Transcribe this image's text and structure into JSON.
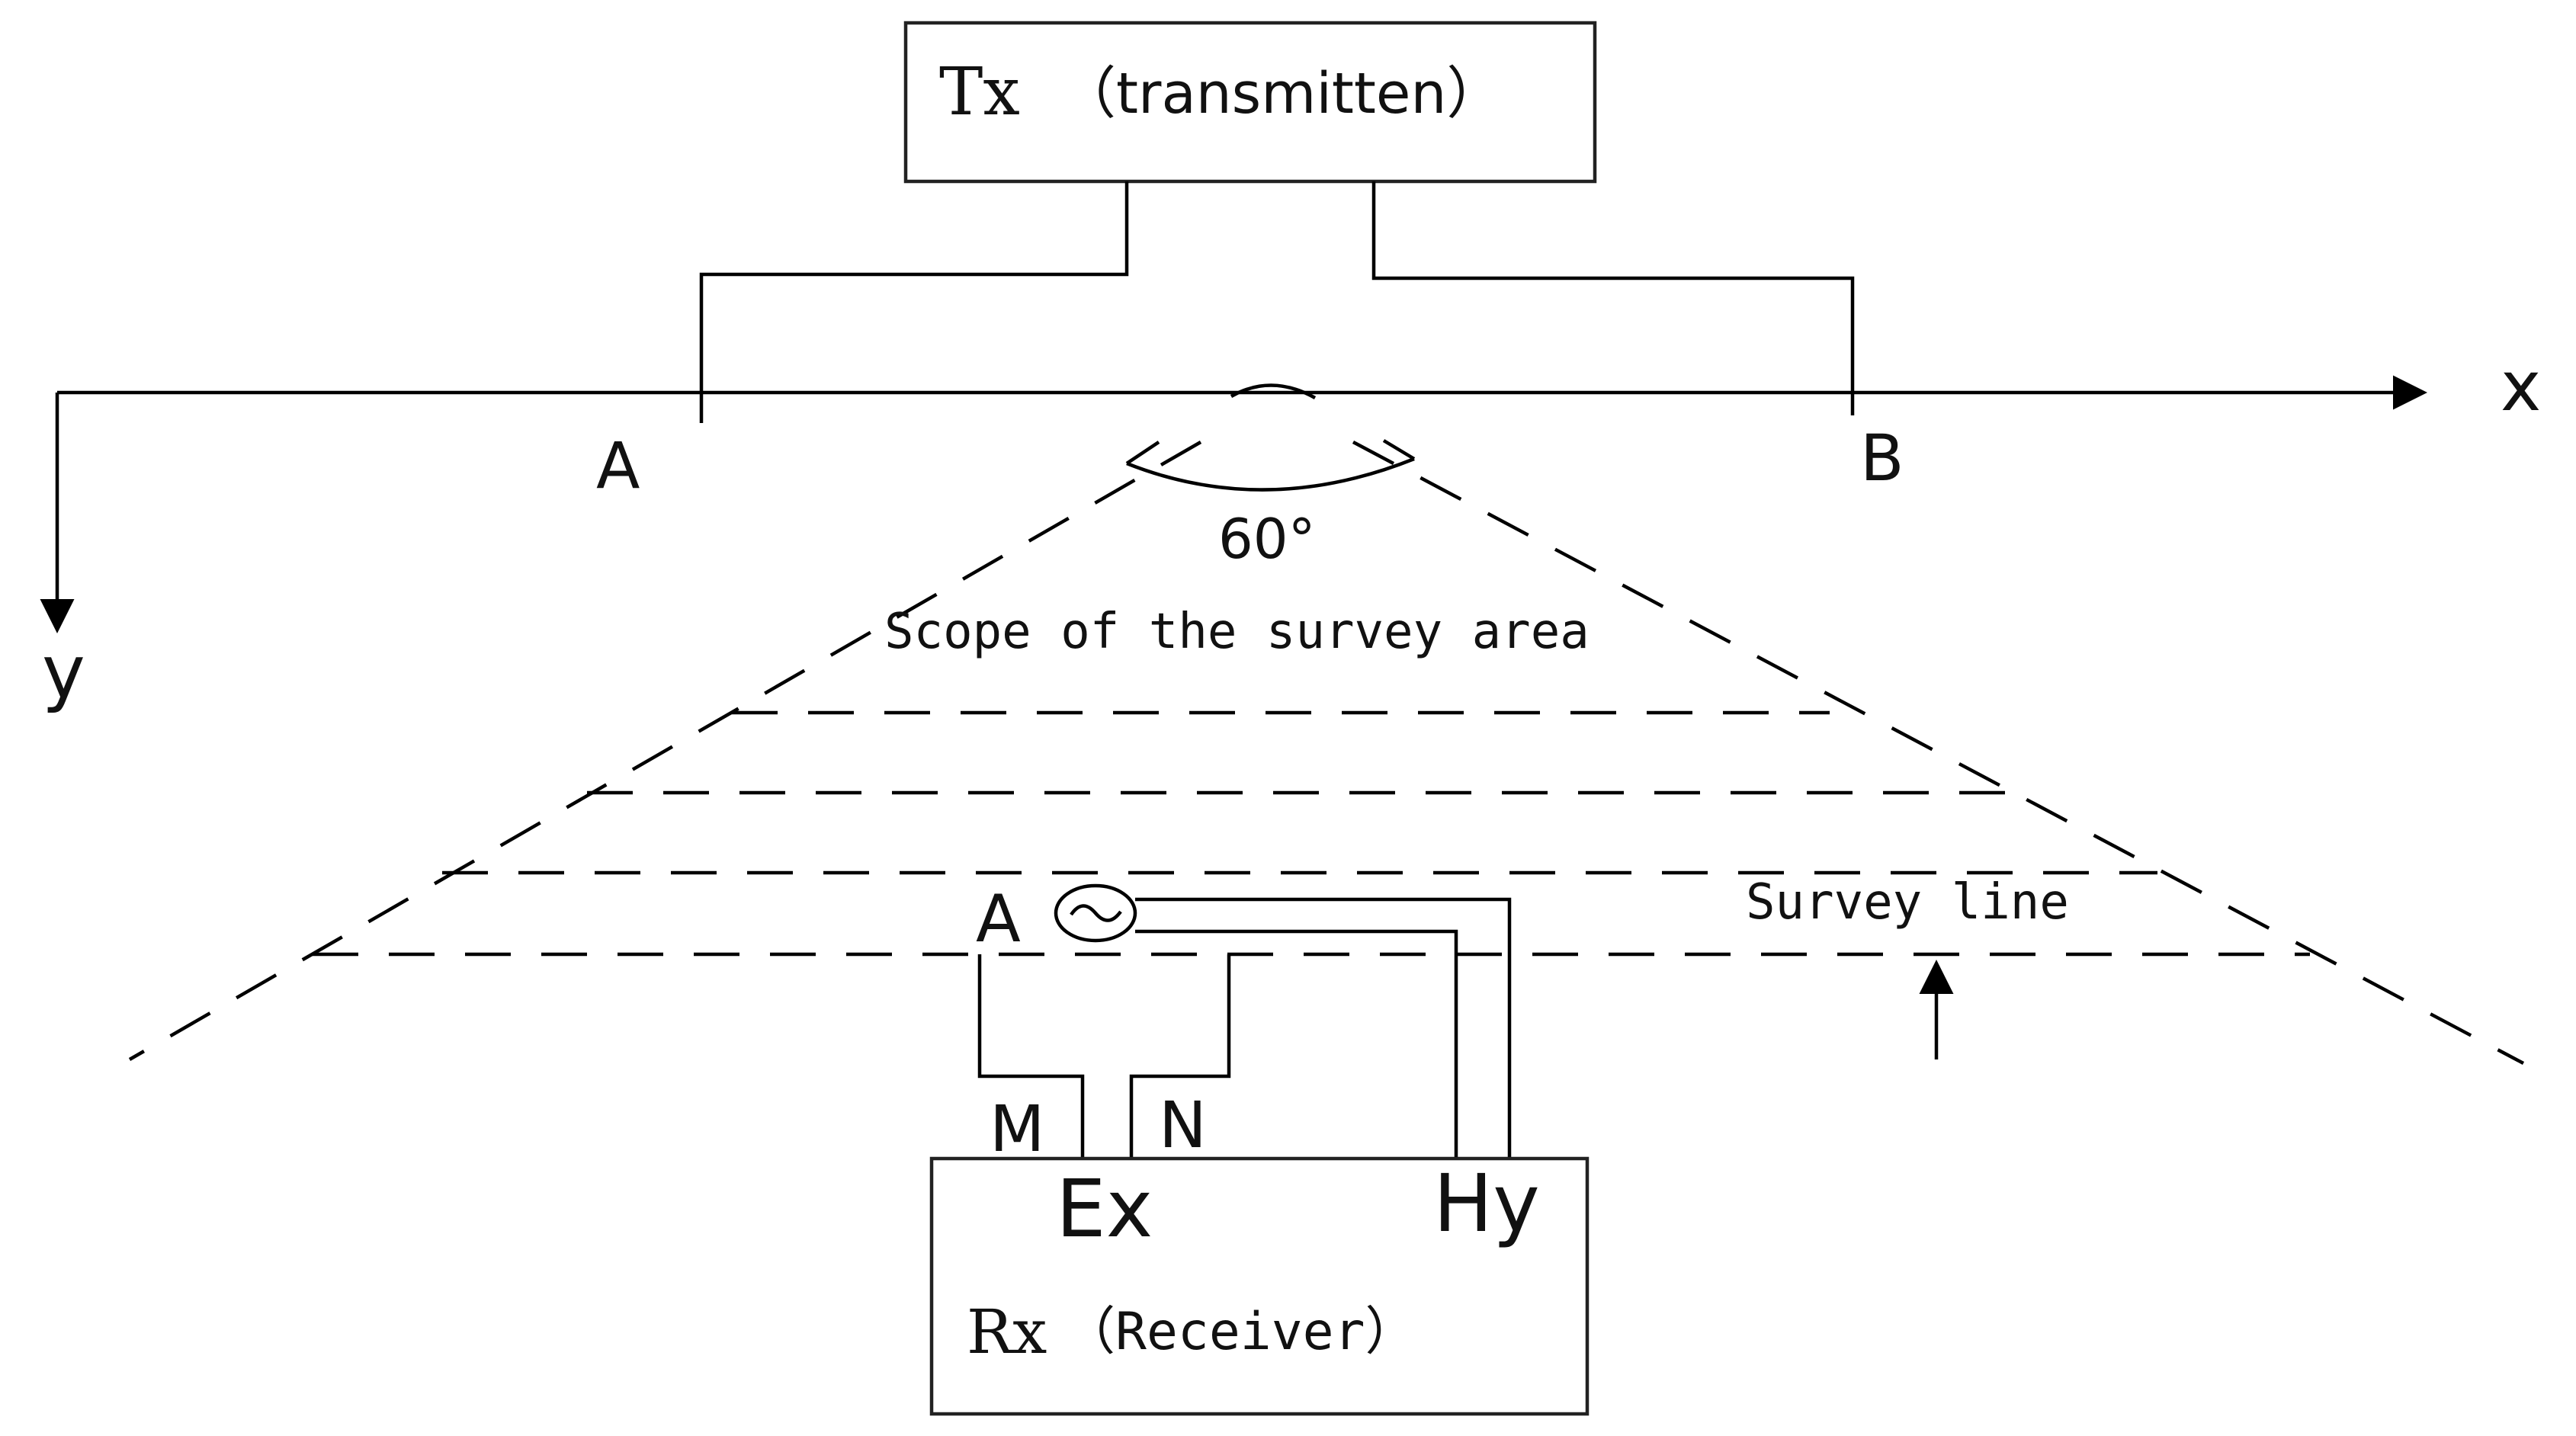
{
  "transmitter": {
    "tx": "Tx",
    "name": "（transmitten）"
  },
  "receiver": {
    "rx": "Rx",
    "name": "（Receiver）"
  },
  "axes": {
    "x": "x",
    "y": "y"
  },
  "electrodes": {
    "a": "A",
    "b": "B"
  },
  "angle": "60°",
  "scope_label": "Scope of the survey area",
  "survey_line_label": "Survey line",
  "sensor_label": "A",
  "channels": {
    "m": "M",
    "n": "N",
    "ex": "Ex",
    "hy": "Hy"
  }
}
